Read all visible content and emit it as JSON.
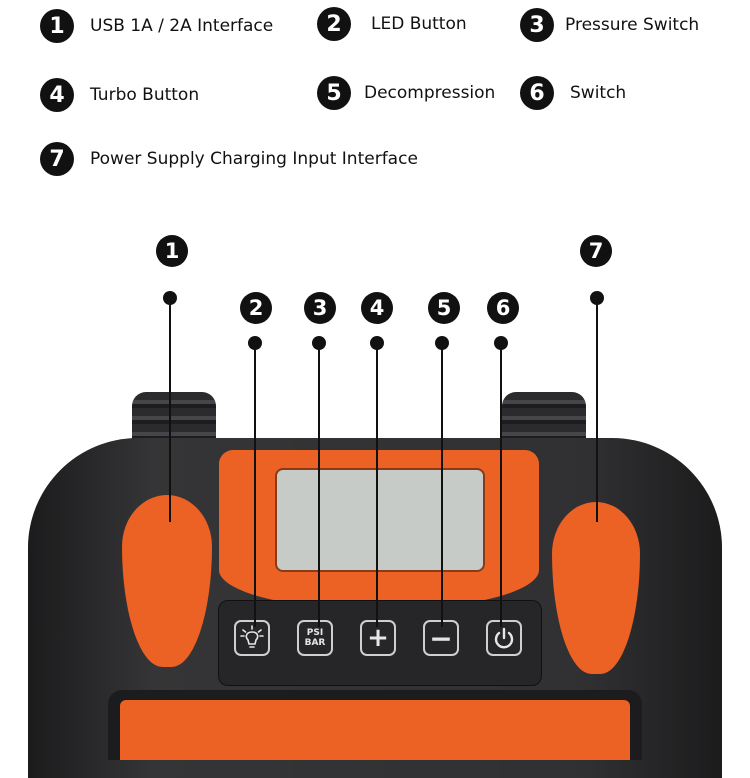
{
  "legend": [
    {
      "number": "1",
      "label": "USB 1A / 2A Interface"
    },
    {
      "number": "2",
      "label": "LED Button"
    },
    {
      "number": "3",
      "label": "Pressure Switch"
    },
    {
      "number": "4",
      "label": "Turbo Button"
    },
    {
      "number": "5",
      "label": "Decompression"
    },
    {
      "number": "6",
      "label": "Switch"
    },
    {
      "number": "7",
      "label": "Power Supply Charging Input Interface"
    }
  ],
  "callouts": [
    "1",
    "2",
    "3",
    "4",
    "5",
    "6",
    "7"
  ],
  "keypad": {
    "led_icon": "lightbulb-icon",
    "pressure_label_top": "PSI",
    "pressure_label_bottom": "BAR",
    "turbo_symbol": "+",
    "decompress_symbol": "−",
    "power_icon": "power-icon"
  },
  "colors": {
    "accent_orange": "#ec6124",
    "body_black": "#2a2a2c",
    "lcd_gray": "#c6cbc8"
  }
}
